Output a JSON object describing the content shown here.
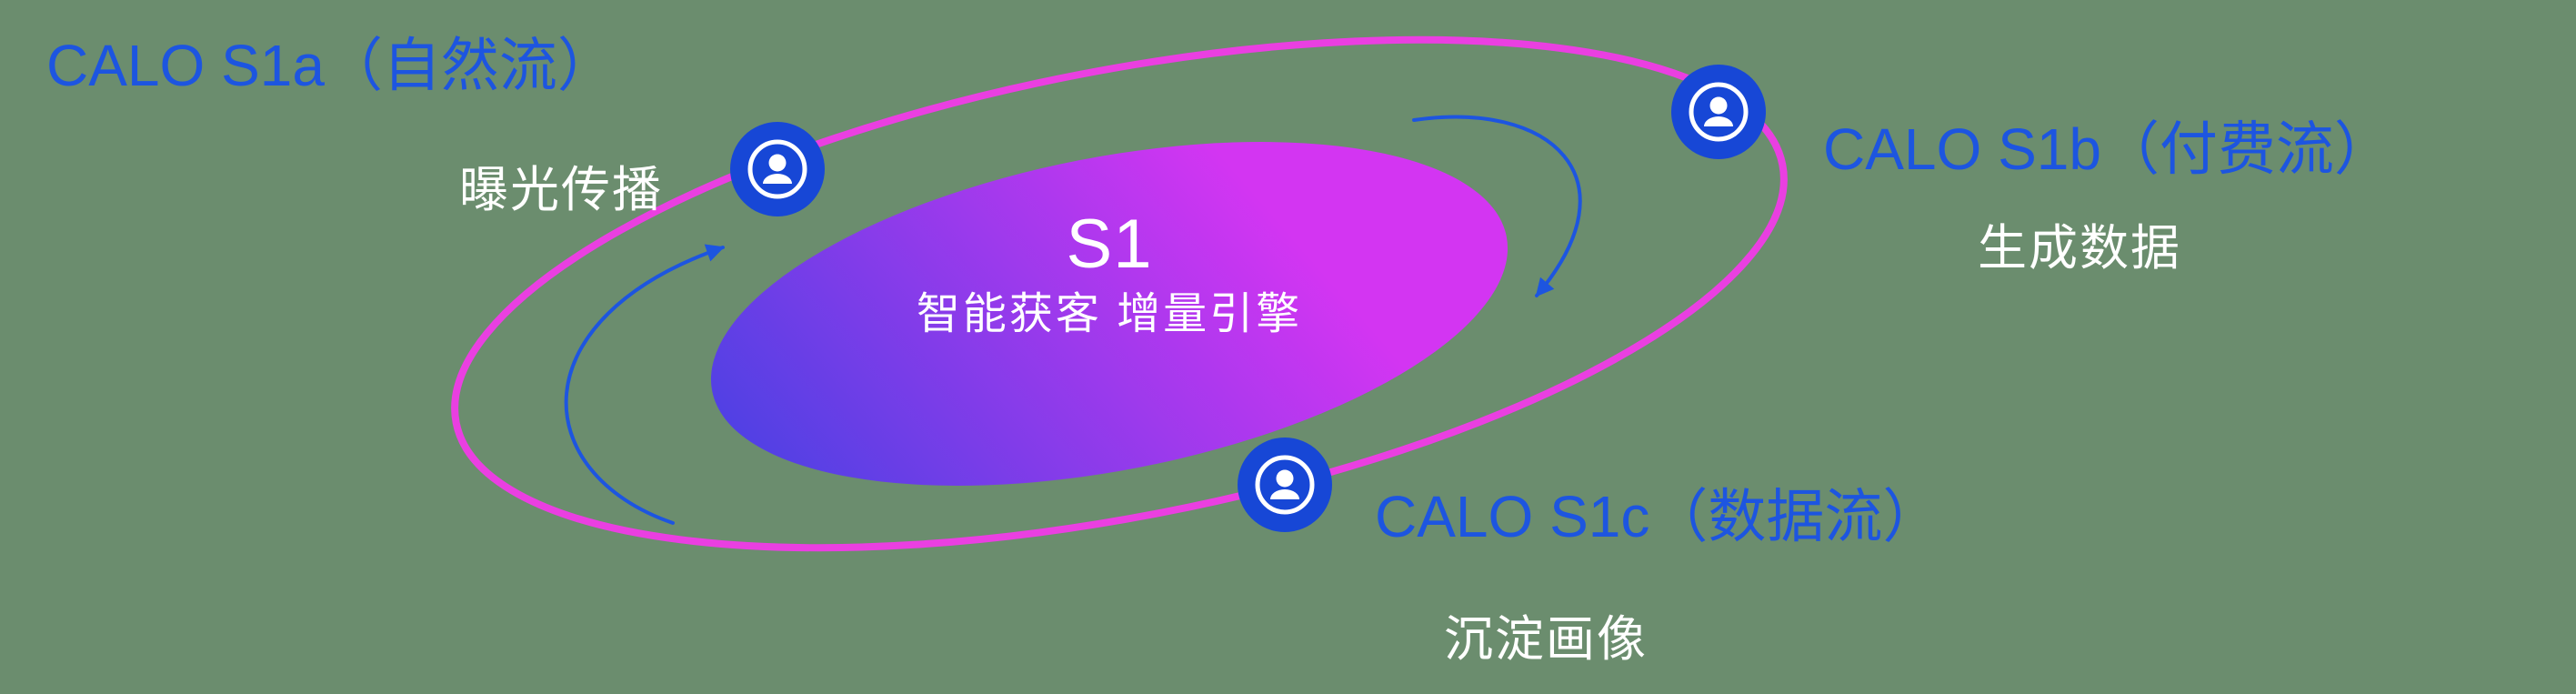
{
  "colors": {
    "background": "#6b8d6e",
    "orbit-pink": "#ea3fe1",
    "label-blue": "#1d55e0",
    "node-blue": "#1747d6",
    "arrow-blue": "#1d55e0",
    "gradient-start": "#4b41e3",
    "gradient-end": "#d335f2",
    "text-white": "#ffffff"
  },
  "center": {
    "title": "S1",
    "subtitle": "智能获客  增量引擎"
  },
  "nodes": [
    {
      "label": "CALO S1a（自然流）",
      "sublabel": "曝光传播"
    },
    {
      "label": "CALO S1b（付费流）",
      "sublabel": "生成数据"
    },
    {
      "label": "CALO S1c（数据流）",
      "sublabel": "沉淀画像"
    }
  ]
}
